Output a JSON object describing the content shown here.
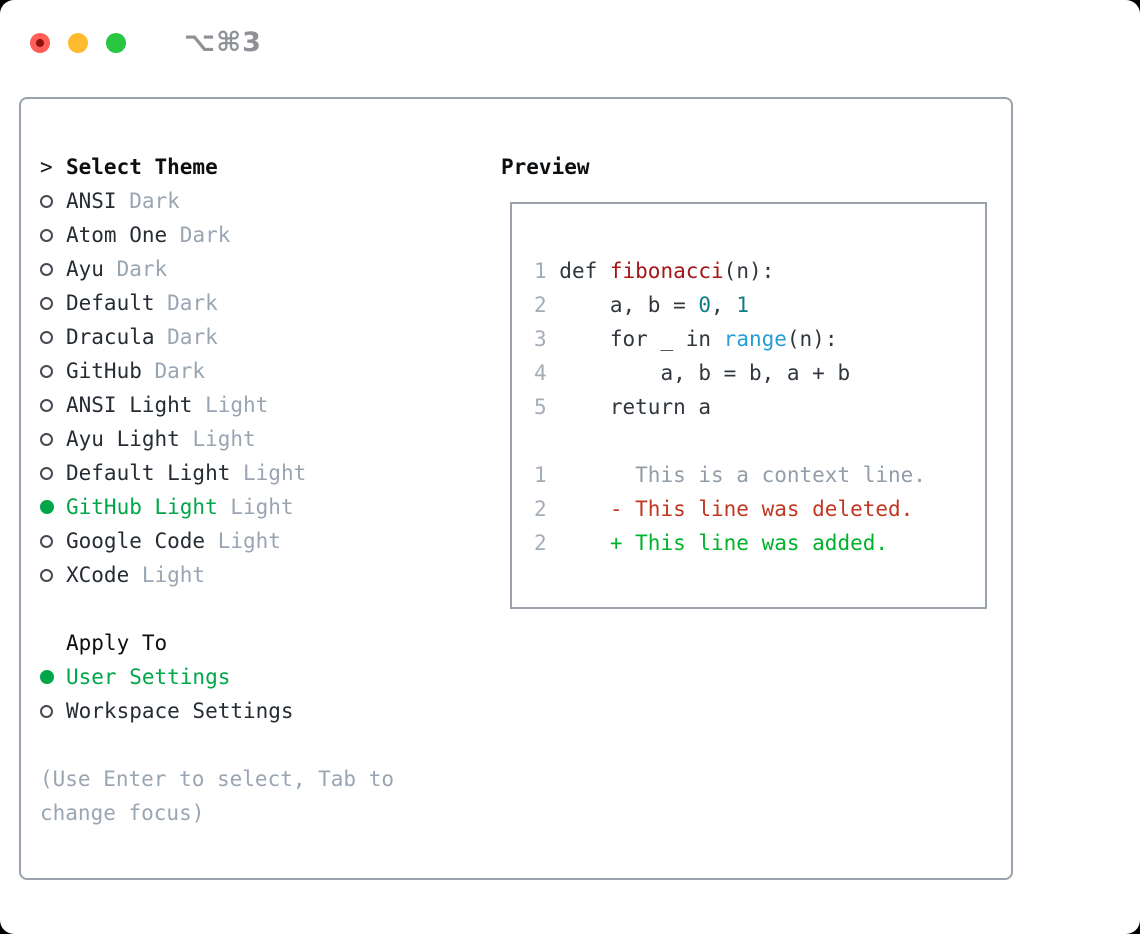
{
  "window": {
    "title": "⌥⌘3",
    "controls": [
      {
        "name": "close",
        "color": "#ff5d55"
      },
      {
        "name": "minimize",
        "color": "#febb2e"
      },
      {
        "name": "zoom",
        "color": "#28c73f"
      }
    ]
  },
  "theme_panel": {
    "prefix": ">",
    "header": "Select Theme",
    "items": [
      {
        "label": "ANSI",
        "variant": "Dark",
        "selected": false
      },
      {
        "label": "Atom One",
        "variant": "Dark",
        "selected": false
      },
      {
        "label": "Ayu",
        "variant": "Dark",
        "selected": false
      },
      {
        "label": "Default",
        "variant": "Dark",
        "selected": false
      },
      {
        "label": "Dracula",
        "variant": "Dark",
        "selected": false
      },
      {
        "label": "GitHub",
        "variant": "Dark",
        "selected": false
      },
      {
        "label": "ANSI Light",
        "variant": "Light",
        "selected": false
      },
      {
        "label": "Ayu Light",
        "variant": "Light",
        "selected": false
      },
      {
        "label": "Default Light",
        "variant": "Light",
        "selected": false
      },
      {
        "label": "GitHub Light",
        "variant": "Light",
        "selected": true
      },
      {
        "label": "Google Code",
        "variant": "Light",
        "selected": false
      },
      {
        "label": "XCode",
        "variant": "Light",
        "selected": false
      }
    ]
  },
  "apply_panel": {
    "header": "Apply To",
    "options": [
      {
        "label": "User Settings",
        "selected": true
      },
      {
        "label": "Workspace Settings",
        "selected": false
      }
    ]
  },
  "hint": {
    "lines": [
      "(Use Enter to select, Tab to",
      "change focus)"
    ]
  },
  "preview_panel": {
    "header": "Preview",
    "lines": [
      {
        "num": "1",
        "segments": [
          {
            "t": " def ",
            "c": "text"
          },
          {
            "t": "fibonacci",
            "c": "function"
          },
          {
            "t": "(n):",
            "c": "text"
          }
        ]
      },
      {
        "num": "2",
        "segments": [
          {
            "t": "     a, b = ",
            "c": "text"
          },
          {
            "t": "0",
            "c": "number"
          },
          {
            "t": ", ",
            "c": "text"
          },
          {
            "t": "1",
            "c": "number"
          }
        ]
      },
      {
        "num": "3",
        "segments": [
          {
            "t": "     for _ in ",
            "c": "text"
          },
          {
            "t": "range",
            "c": "builtin"
          },
          {
            "t": "(n):",
            "c": "text"
          }
        ]
      },
      {
        "num": "4",
        "segments": [
          {
            "t": "         a, b = b, a + b",
            "c": "text"
          }
        ]
      },
      {
        "num": "5",
        "segments": [
          {
            "t": "     return a",
            "c": "text"
          }
        ]
      },
      {
        "num": "",
        "segments": []
      },
      {
        "num": "1",
        "segments": [
          {
            "t": "       This is a context line.",
            "c": "context"
          }
        ]
      },
      {
        "num": "2",
        "segments": [
          {
            "t": "     - This line was deleted.",
            "c": "deleted"
          }
        ]
      },
      {
        "num": "2",
        "segments": [
          {
            "t": "     + This line was added.",
            "c": "added"
          }
        ]
      }
    ]
  },
  "colors": {
    "selected_green": "#00a648",
    "added_green": "#00b32b",
    "deleted_red": "#c13722",
    "function_red": "#a51616",
    "number_teal": "#0d7e87",
    "builtin_blue": "#259fd6",
    "muted_gray": "#9aa5b3",
    "border_gray": "#9aa3ad",
    "text_dark": "#262c33"
  }
}
